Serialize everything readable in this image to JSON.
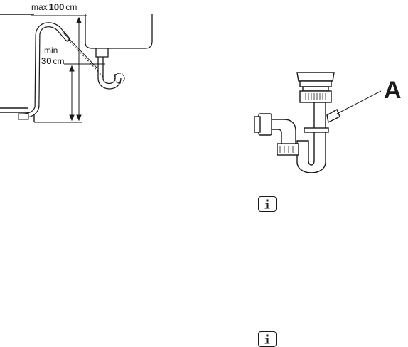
{
  "drain_diagram": {
    "max_prefix": "max",
    "max_value": "100",
    "max_unit": "cm",
    "min_prefix": "min",
    "min_value": "30",
    "min_unit": "cm"
  },
  "siphon_diagram": {
    "callout_letter": "A"
  },
  "notices": [
    {
      "icon": "info-icon"
    },
    {
      "icon": "info-icon"
    }
  ]
}
